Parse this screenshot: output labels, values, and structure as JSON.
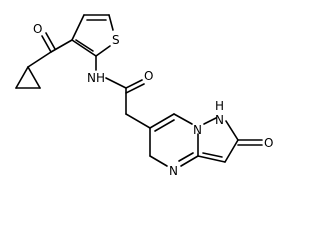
{
  "molecule": {
    "labels": {
      "O_ketone": "O",
      "S_thiophene": "S",
      "NH_amide": "NH",
      "O_amide": "O",
      "NH_ring": "N",
      "H_ring": "H",
      "N_bridge": "N",
      "N_pyrimidine": "N",
      "O_oxo": "O"
    }
  }
}
